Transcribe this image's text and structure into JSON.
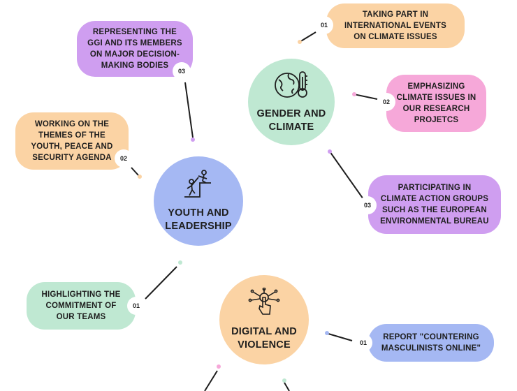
{
  "colors": {
    "green": "#bfe8d2",
    "purple": "#cf9ef0",
    "orange": "#fbd3a4",
    "pink": "#f6a8d9",
    "blue": "#a5b8f3",
    "line": "#1e1e1e"
  },
  "hubs": [
    {
      "id": "gender",
      "label": "GENDER AND\nCLIMATE",
      "icon": "globe-thermometer-icon"
    },
    {
      "id": "youth",
      "label": "YOUTH AND\nLEADERSHIP",
      "icon": "climbing-people-icon"
    },
    {
      "id": "digital",
      "label": "DIGITAL AND\nVIOLENCE",
      "icon": "hand-touch-network-icon"
    }
  ],
  "items": [
    {
      "hub": "gender",
      "number": "01",
      "text": "TAKING PART IN\nINTERNATIONAL EVENTS\nON CLIMATE ISSUES"
    },
    {
      "hub": "gender",
      "number": "02",
      "text": "EMPHASIZING\nCLIMATE ISSUES IN\nOUR RESEARCH\nPROJETCS"
    },
    {
      "hub": "gender",
      "number": "03",
      "text": "PARTICIPATING IN\nCLIMATE ACTION GROUPS\nSUCH AS THE EUROPEAN\nENVIRONMENTAL BUREAU"
    },
    {
      "hub": "youth",
      "number": "03",
      "text": "REPRESENTING THE\nGGI AND ITS MEMBERS\nON MAJOR DECISION-\nMAKING BODIES"
    },
    {
      "hub": "youth",
      "number": "02",
      "text": "WORKING ON THE\nTHEMES OF THE\nYOUTH, PEACE AND\nSECURITY AGENDA"
    },
    {
      "hub": "youth",
      "number": "01",
      "text": "HIGHLIGHTING THE\nCOMMITMENT OF\nOUR TEAMS"
    },
    {
      "hub": "digital",
      "number": "01",
      "text": "REPORT \"COUNTERING\nMASCULINISTS ONLINE\""
    }
  ]
}
